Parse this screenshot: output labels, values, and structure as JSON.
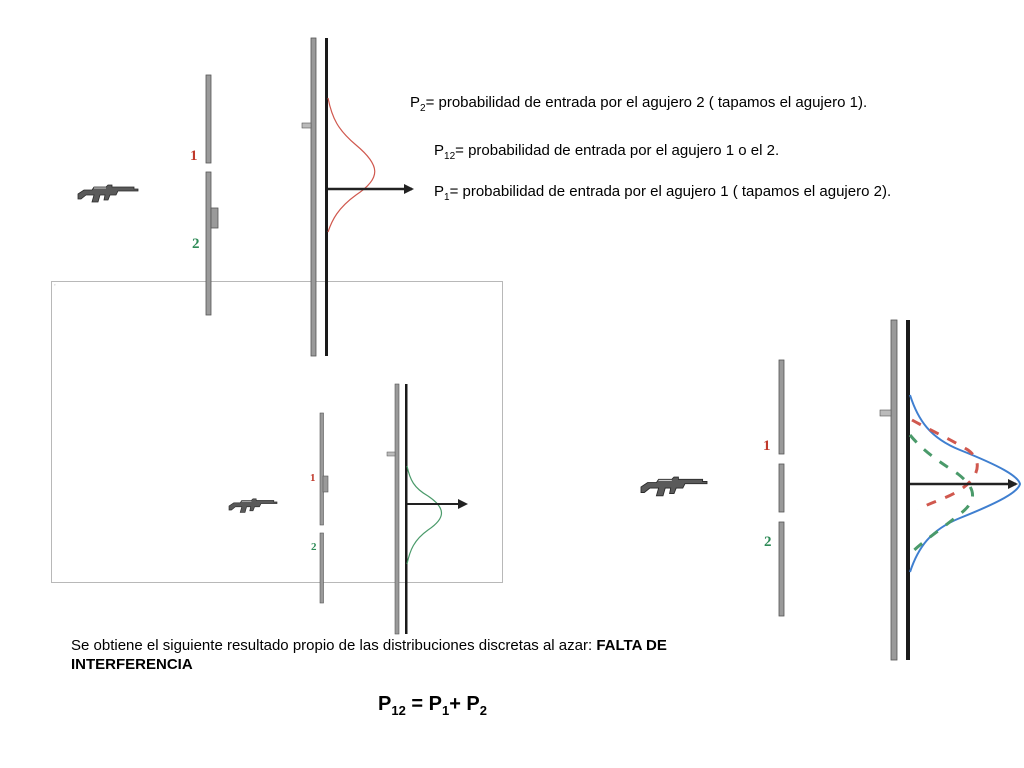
{
  "captions": {
    "p2_symbol": "P",
    "p2_sub": "2",
    "p2_text": "= probabilidad de entrada por el agujero 2 ( tapamos el agujero 1).",
    "p12_symbol": "P",
    "p12_sub": "12",
    "p12_text": "= probabilidad de entrada por el agujero 1 o el 2.",
    "p1_symbol": "P",
    "p1_sub": "1",
    "p1_text": "= probabilidad de entrada por el agujero 1 ( tapamos el agujero 2)."
  },
  "slit_labels": {
    "top_hole1": "1",
    "top_hole2": "2",
    "inset_hole1": "1",
    "inset_hole2": "2",
    "right_hole1": "1",
    "right_hole2": "2"
  },
  "conclusion": {
    "text": "Se obtiene el siguiente resultado propio de las distribuciones discretas al azar: ",
    "bold": "FALTA DE INTERFERENCIA"
  },
  "formula": {
    "p": "P",
    "s12": "12",
    "eq": " = P",
    "s1": "1",
    "plus": "+ P",
    "s2": "2"
  },
  "colors": {
    "hole1": "#c0392b",
    "hole2": "#2e8b57",
    "curve_red": "#d0584e",
    "curve_green": "#4a9a6a",
    "curve_blue": "#3f7fd0",
    "wall": "#9a9a9a"
  }
}
